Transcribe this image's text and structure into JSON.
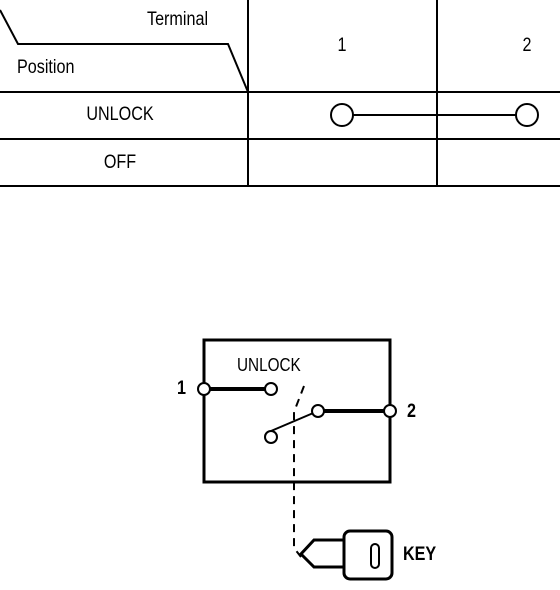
{
  "table": {
    "header_terminal": "Terminal",
    "header_position": "Position",
    "terminals": [
      "1",
      "2"
    ],
    "rows": [
      {
        "position": "UNLOCK",
        "connection": "1-2"
      },
      {
        "position": "OFF",
        "connection": "none"
      }
    ]
  },
  "diagram": {
    "contact_label": "UNLOCK",
    "terminal_left": "1",
    "terminal_right": "2",
    "key_label": "KEY"
  }
}
